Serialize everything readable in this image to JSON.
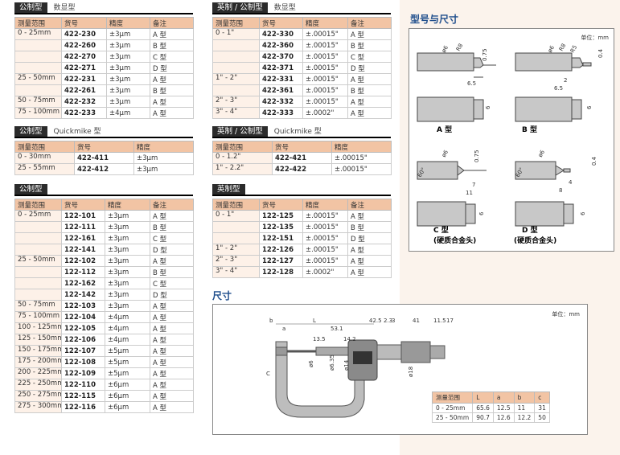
{
  "s1": {
    "tag": "公制型",
    "sub": "数显型",
    "headers": [
      "测量范围",
      "货号",
      "精度",
      "备注"
    ],
    "rows": [
      [
        "0 - 25mm",
        "422-230",
        "±3µm",
        "A 型"
      ],
      [
        "",
        "422-260",
        "±3µm",
        "B 型"
      ],
      [
        "",
        "422-270",
        "±3µm",
        "C 型"
      ],
      [
        "",
        "422-271",
        "±3µm",
        "D 型"
      ],
      [
        "25 - 50mm",
        "422-231",
        "±3µm",
        "A 型"
      ],
      [
        "",
        "422-261",
        "±3µm",
        "B 型"
      ],
      [
        "50 - 75mm",
        "422-232",
        "±3µm",
        "A 型"
      ],
      [
        "75 - 100mm",
        "422-233",
        "±4µm",
        "A 型"
      ]
    ]
  },
  "s2": {
    "tag": "英制 / 公制型",
    "sub": "数显型",
    "headers": [
      "测量范围",
      "货号",
      "精度",
      "备注"
    ],
    "rows": [
      [
        "0 - 1\"",
        "422-330",
        "±.00015\"",
        "A 型"
      ],
      [
        "",
        "422-360",
        "±.00015\"",
        "B 型"
      ],
      [
        "",
        "422-370",
        "±.00015\"",
        "C 型"
      ],
      [
        "",
        "422-371",
        "±.00015\"",
        "D 型"
      ],
      [
        "1\" - 2\"",
        "422-331",
        "±.00015\"",
        "A 型"
      ],
      [
        "",
        "422-361",
        "±.00015\"",
        "B 型"
      ],
      [
        "2\" - 3\"",
        "422-332",
        "±.00015\"",
        "A 型"
      ],
      [
        "3\" - 4\"",
        "422-333",
        "±.0002\"",
        "A 型"
      ]
    ]
  },
  "s3": {
    "tag": "公制型",
    "sub": "Quickmike 型",
    "headers": [
      "测量范围",
      "货号",
      "精度"
    ],
    "rows": [
      [
        "0 - 30mm",
        "422-411",
        "±3µm"
      ],
      [
        "25 - 55mm",
        "422-412",
        "±3µm"
      ]
    ]
  },
  "s4": {
    "tag": "英制 / 公制型",
    "sub": "Quickmike 型",
    "headers": [
      "测量范围",
      "货号",
      "精度"
    ],
    "rows": [
      [
        "0 - 1.2\"",
        "422-421",
        "±.00015\""
      ],
      [
        "1\" - 2.2\"",
        "422-422",
        "±.00015\""
      ]
    ]
  },
  "s5": {
    "tag": "公制型",
    "headers": [
      "测量范围",
      "货号",
      "精度",
      "备注"
    ],
    "rows": [
      [
        "0 - 25mm",
        "122-101",
        "±3µm",
        "A 型"
      ],
      [
        "",
        "122-111",
        "±3µm",
        "B 型"
      ],
      [
        "",
        "122-161",
        "±3µm",
        "C 型"
      ],
      [
        "",
        "122-141",
        "±3µm",
        "D 型"
      ],
      [
        "25 - 50mm",
        "122-102",
        "±3µm",
        "A 型"
      ],
      [
        "",
        "122-112",
        "±3µm",
        "B 型"
      ],
      [
        "",
        "122-162",
        "±3µm",
        "C 型"
      ],
      [
        "",
        "122-142",
        "±3µm",
        "D 型"
      ],
      [
        "50 - 75mm",
        "122-103",
        "±3µm",
        "A 型"
      ],
      [
        "75 - 100mm",
        "122-104",
        "±4µm",
        "A 型"
      ],
      [
        "100 - 125mm",
        "122-105",
        "±4µm",
        "A 型"
      ],
      [
        "125 - 150mm",
        "122-106",
        "±4µm",
        "A 型"
      ],
      [
        "150 - 175mm",
        "122-107",
        "±5µm",
        "A 型"
      ],
      [
        "175 - 200mm",
        "122-108",
        "±5µm",
        "A 型"
      ],
      [
        "200 - 225mm",
        "122-109",
        "±5µm",
        "A 型"
      ],
      [
        "225 - 250mm",
        "122-110",
        "±6µm",
        "A 型"
      ],
      [
        "250 - 275mm",
        "122-115",
        "±6µm",
        "A 型"
      ],
      [
        "275 - 300mm",
        "122-116",
        "±6µm",
        "A 型"
      ]
    ]
  },
  "s6": {
    "tag": "英制型",
    "headers": [
      "测量范围",
      "货号",
      "精度",
      "备注"
    ],
    "rows": [
      [
        "0 - 1\"",
        "122-125",
        "±.00015\"",
        "A 型"
      ],
      [
        "",
        "122-135",
        "±.00015\"",
        "B 型"
      ],
      [
        "",
        "122-151",
        "±.00015\"",
        "D 型"
      ],
      [
        "1\" - 2\"",
        "122-126",
        "±.00015\"",
        "A 型"
      ],
      [
        "2\" - 3\"",
        "122-127",
        "±.00015\"",
        "A 型"
      ],
      [
        "3\" - 4\"",
        "122-128",
        "±.0002\"",
        "A 型"
      ]
    ]
  },
  "models": {
    "title": "型号与尺寸",
    "unit": "单位：mm",
    "a": "A 型",
    "b": "B 型",
    "c": "C 型",
    "c_note": "(硬质合金头)",
    "d": "D 型",
    "d_note": "(硬质合金头)"
  },
  "dims": {
    "title": "尺寸",
    "unit": "单位：mm",
    "headers": [
      "测量范围",
      "L",
      "a",
      "b",
      "c"
    ],
    "rows": [
      [
        "0 - 25mm",
        "65.6",
        "12.5",
        "11",
        "31"
      ],
      [
        "25 - 50mm",
        "90.7",
        "12.6",
        "12.2",
        "50"
      ]
    ]
  }
}
